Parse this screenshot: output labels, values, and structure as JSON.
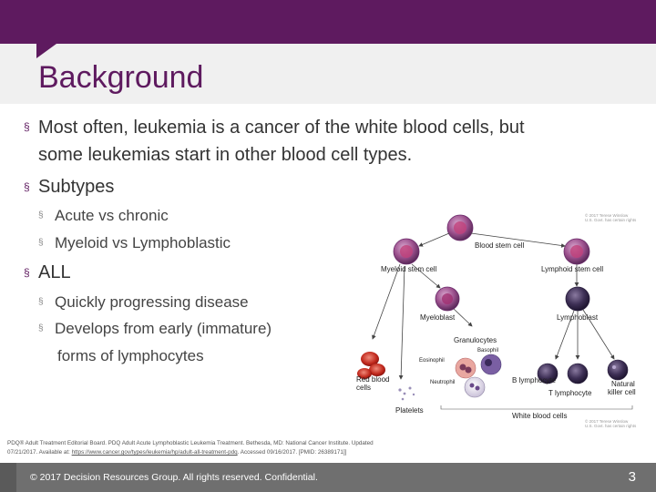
{
  "slide": {
    "title": "Background",
    "bullets": [
      {
        "text": "Most often, leukemia is a cancer of the white blood cells, but",
        "text2": "some leukemias start in other blood cell types."
      },
      {
        "text": "Subtypes"
      },
      {
        "text": "Acute vs chronic"
      },
      {
        "text": "Myeloid vs Lymphoblastic"
      },
      {
        "text": "ALL"
      },
      {
        "text": "Quickly progressing disease"
      },
      {
        "text": "Develops from early (immature)",
        "text2": "forms of lymphocytes"
      }
    ],
    "bullet_glyph": "§",
    "page_number": "3"
  },
  "diagram": {
    "labels": {
      "blood_stem_cell": "Blood stem cell",
      "myeloid_stem_cell": "Myeloid stem cell",
      "lymphoid_stem_cell": "Lymphoid stem cell",
      "myeloblast": "Myeloblast",
      "lymphoblast": "Lymphoblast",
      "granulocytes": "Granulocytes",
      "basophil": "Basophil",
      "eosinophil": "Eosinophil",
      "neutrophil": "Neutrophil",
      "red_blood_cells_1": "Red blood",
      "red_blood_cells_2": "cells",
      "platelets": "Platelets",
      "b_lymphocyte": "B lymphocyte",
      "t_lymphocyte": "T lymphocyte",
      "nk_1": "Natural",
      "nk_2": "killer cell",
      "white_blood_cells": "White blood cells",
      "copyright_1": "© 2017 Terese Winslow",
      "copyright_2": "U.S. Govt. has certain rights"
    }
  },
  "reference": {
    "line1": "PDQ® Adult Treatment Editorial Board. PDQ Adult Acute Lymphoblastic Leukemia Treatment. Bethesda, MD: National Cancer Institute. Updated",
    "line2_pre": "07/21/2017. Available at: ",
    "line2_link": "https://www.cancer.gov/types/leukemia/hp/adult-all-treatment-pdq",
    "line2_post": ". Accessed 09/16/2017. [PMID: 26389171]]"
  },
  "footer": {
    "copyright": "© 2017 Decision Resources Group. All rights reserved. Confidential."
  },
  "colors": {
    "brand_purple": "#5e1a5f",
    "title_band": "#f0f0f0",
    "footer_gray": "#6f6f6f"
  }
}
